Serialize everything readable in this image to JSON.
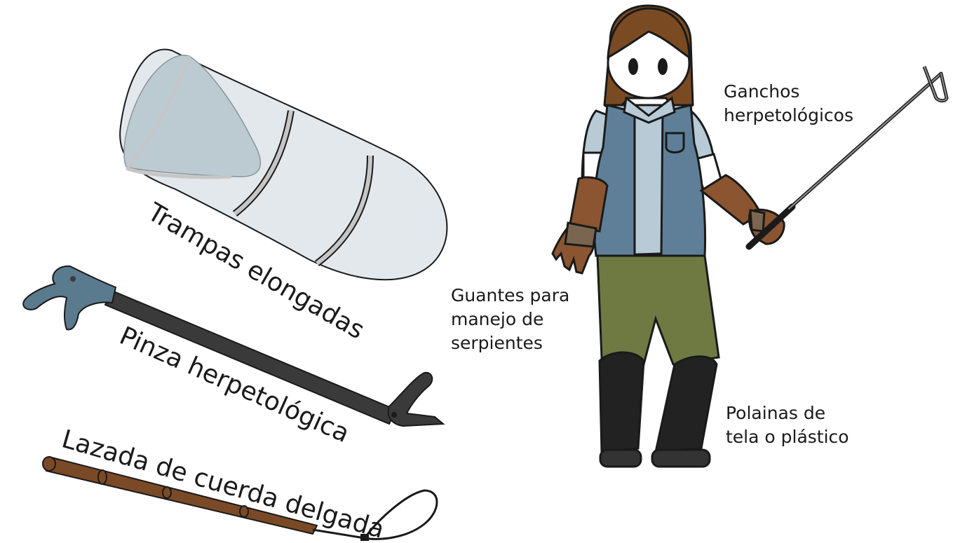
{
  "labels": {
    "trap": "Trampas elongadas",
    "tongs": "Pinza herpetológica",
    "noose": "Lazada de cuerda delgada",
    "hooks": [
      "Ganchos",
      "herpetológicos"
    ],
    "gloves": [
      "Guantes para",
      "manejo de",
      "serpientes"
    ],
    "gaiters": [
      "Polainas de",
      "tela o plástico"
    ]
  },
  "colors": {
    "outline": "#1a1a1a",
    "trap_fill": "#e3e8ec",
    "trap_opening": "#bccad2",
    "trap_band": "#c6c6c6",
    "tongs_jaw": "#5a7a8e",
    "tongs_shaft": "#3a3a3a",
    "noose_stick": "#7a4a26",
    "hair": "#7a4a22",
    "vest": "#5f7f98",
    "shirt": "#b7cad6",
    "pants": "#6e7a42",
    "boots": "#222222",
    "gloves": "#8a5530",
    "hook_metal": "#8e8e8e"
  }
}
